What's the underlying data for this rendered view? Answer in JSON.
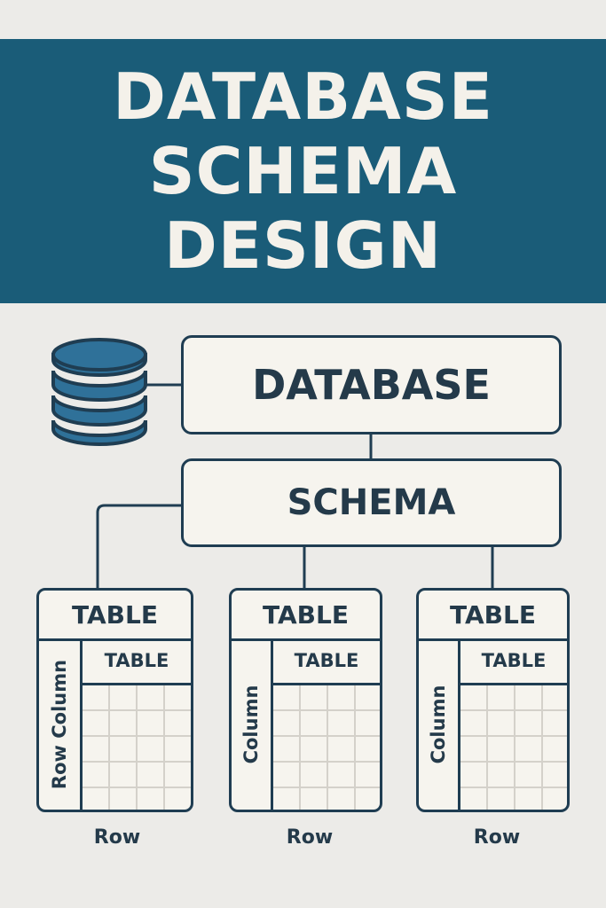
{
  "title_lines": [
    "DATABASE",
    "SCHEMA",
    "DESIGN"
  ],
  "diagram": {
    "database_label": "DATABASE",
    "schema_label": "SCHEMA",
    "tables": [
      {
        "title": "TABLE",
        "subtitle": "TABLE",
        "side_label": "Row  Column",
        "bottom_label": "Row"
      },
      {
        "title": "TABLE",
        "subtitle": "TABLE",
        "side_label": "Column",
        "bottom_label": "Row"
      },
      {
        "title": "TABLE",
        "subtitle": "TABLE",
        "side_label": "Column",
        "bottom_label": "Row"
      }
    ]
  },
  "colors": {
    "banner": "#1a5c78",
    "background": "#ecebe8",
    "outline": "#1f3d52",
    "box_fill": "#f6f4ee",
    "cylinder": "#2f7199"
  },
  "icons": [
    "database-cylinder-icon"
  ]
}
